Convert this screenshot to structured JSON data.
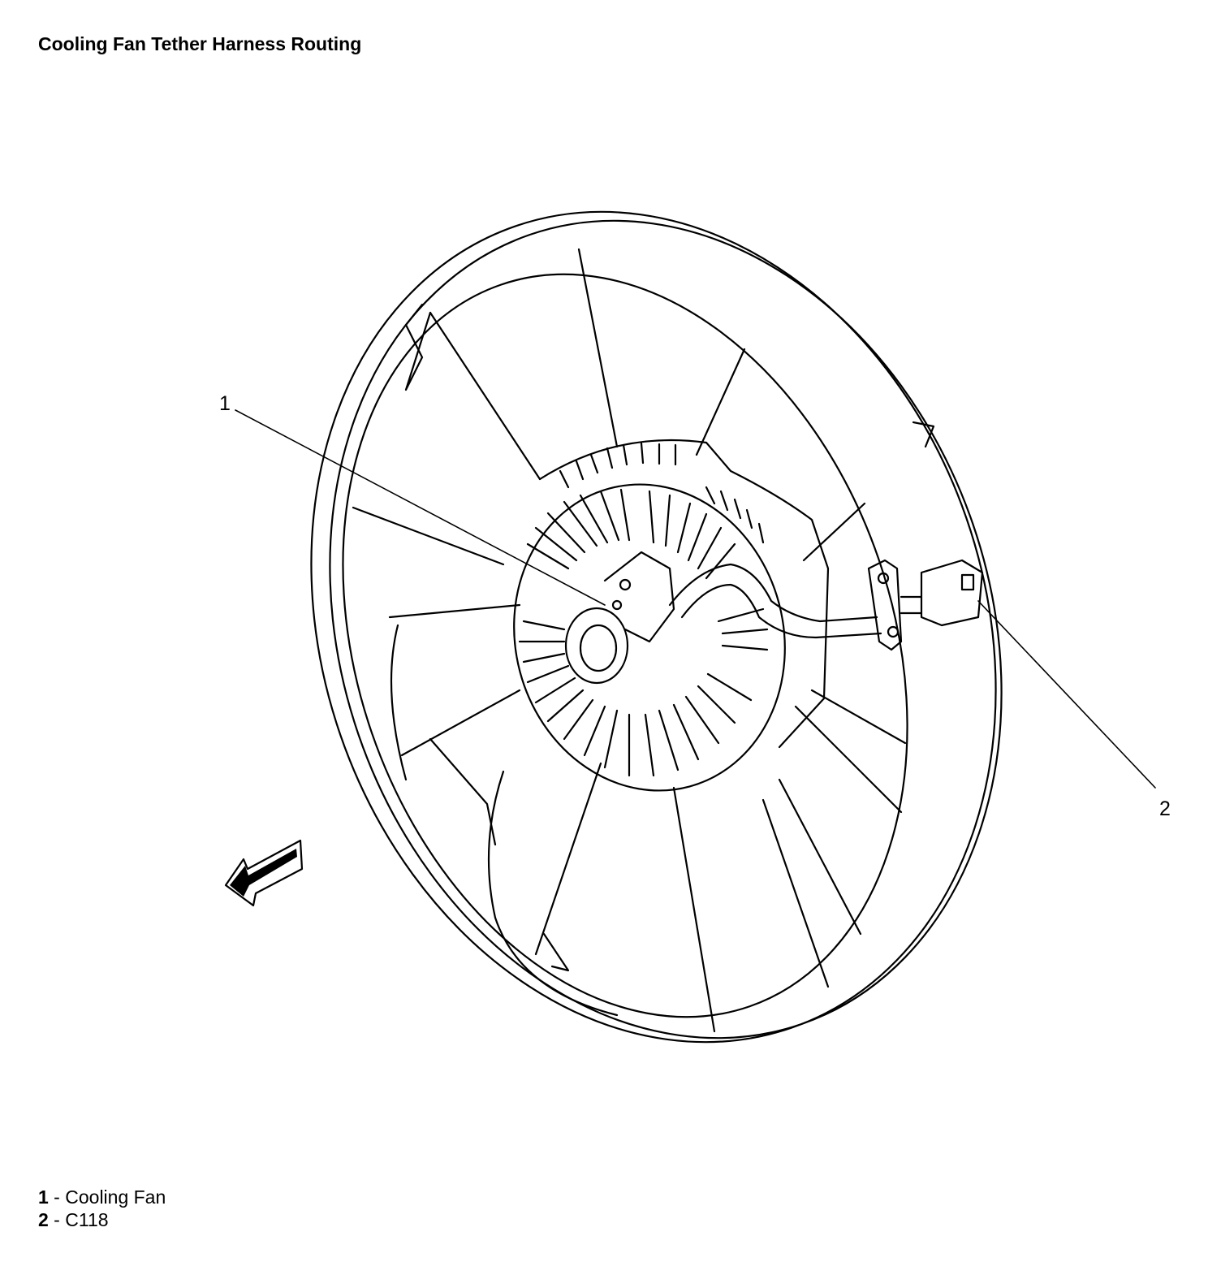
{
  "title": "Cooling Fan Tether Harness Routing",
  "callouts": [
    {
      "id": "1",
      "label": "1"
    },
    {
      "id": "2",
      "label": "2"
    }
  ],
  "legend": [
    {
      "num": "1",
      "sep": " - ",
      "text": "Cooling Fan"
    },
    {
      "num": "2",
      "sep": " - ",
      "text": "C118"
    }
  ],
  "icons": [
    "cooling-fan-illustration",
    "c118-connector-illustration",
    "direction-arrow-icon"
  ],
  "colors": {
    "line": "#000000",
    "background": "#ffffff"
  }
}
